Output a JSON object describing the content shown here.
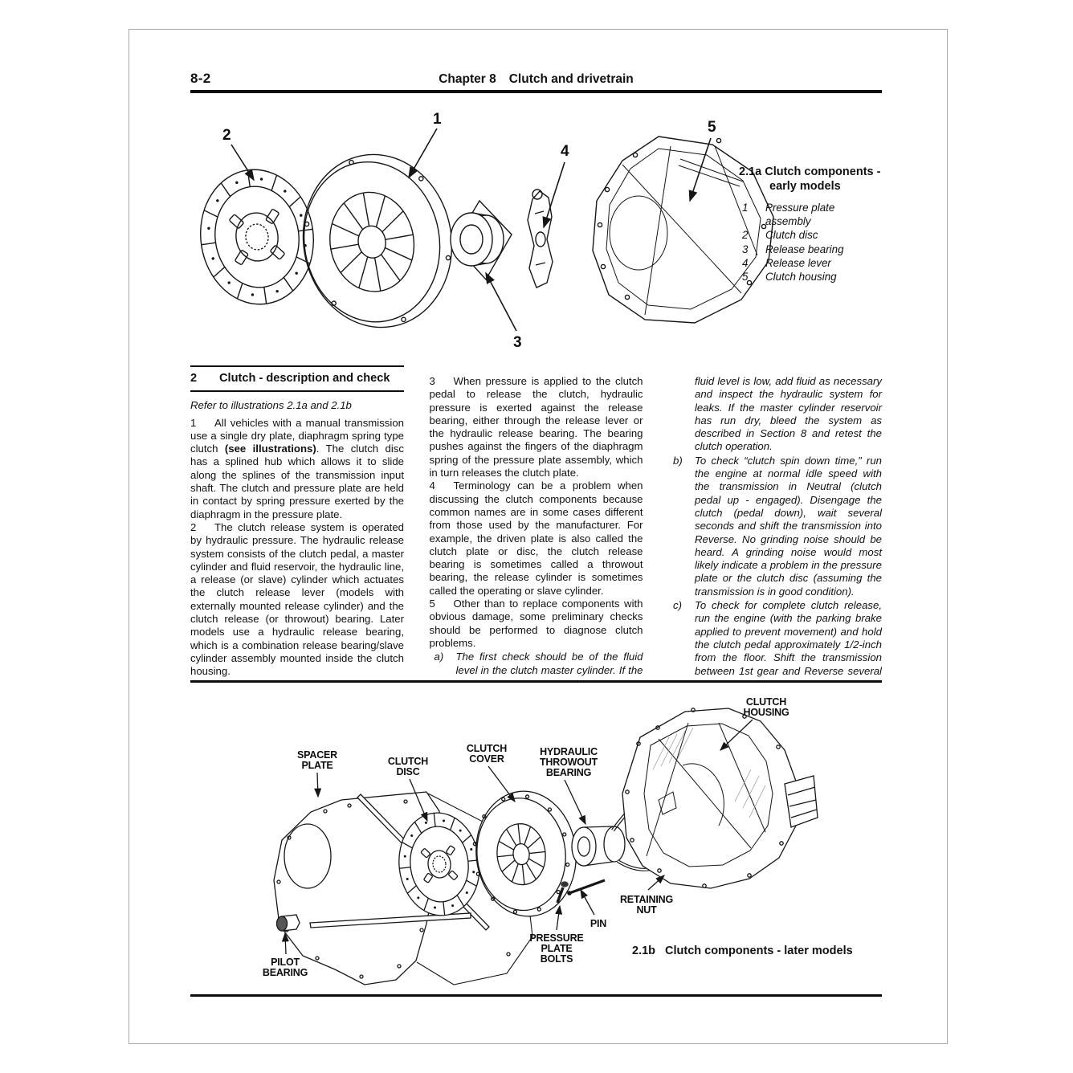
{
  "page": {
    "number": "8-2",
    "chapter_label": "Chapter 8",
    "chapter_title": "Clutch and drivetrain"
  },
  "figure_2_1a": {
    "callouts": [
      "1",
      "2",
      "3",
      "4",
      "5"
    ],
    "caption_line1": "2.1a  Clutch components -",
    "caption_line2": "early models",
    "legend": [
      {
        "num": "1",
        "text": "Pressure plate\nassembly"
      },
      {
        "num": "2",
        "text": "Clutch disc"
      },
      {
        "num": "3",
        "text": "Release bearing"
      },
      {
        "num": "4",
        "text": "Release lever"
      },
      {
        "num": "5",
        "text": "Clutch housing"
      }
    ]
  },
  "section2": {
    "number": "2",
    "title": "Clutch - description and check",
    "refer": "Refer to illustrations 2.1a and 2.1b",
    "p1": {
      "num": "1",
      "pre": "All vehicles with a manual transmission use a single dry plate, diaphragm spring type clutch ",
      "bold": "(see illustrations)",
      "post": ". The clutch disc has a splined hub which allows it to slide along the splines of the transmission input shaft. The clutch and pressure plate are held in contact by spring pressure exerted by the diaphragm in the pressure plate."
    },
    "p2": {
      "num": "2",
      "text": "The clutch release system is operated by hydraulic pressure. The hydraulic release system consists of the clutch pedal, a master cylinder and fluid reservoir, the hydraulic line, a release (or slave) cylinder which actuates the clutch release lever (models with externally mounted release cylinder) and the clutch release (or throwout) bearing. Later models use a hydraulic release bearing, which is a combination release bearing/slave cylinder assembly mounted inside the clutch housing."
    },
    "p3": {
      "num": "3",
      "text": "When pressure is applied to the clutch pedal to release the clutch, hydraulic pressure is exerted against the release bearing, either through the release lever or the hydraulic release bearing. The bearing pushes against the fingers of the diaphragm spring of the pressure plate assembly, which in turn releases the clutch plate."
    },
    "p4": {
      "num": "4",
      "text": "Terminology can be a problem when discussing the clutch components because common names are in some cases different from those used by the manufacturer. For example, the driven plate is also called the clutch plate or disc, the clutch release bearing is sometimes called a throwout bearing, the release cylinder is sometimes called the operating or slave cylinder."
    },
    "p5": {
      "num": "5",
      "text": "Other than to replace components with obvious damage, some preliminary checks should be performed to diagnose clutch problems."
    },
    "item_a": {
      "letter": "a)",
      "text_col2": "The first check should be of the fluid level in the clutch master cylinder. If the",
      "text_col3": "fluid level is low, add fluid as necessary and inspect the hydraulic system for leaks. If the master cylinder reservoir has run dry, bleed the system as described in Section 8 and retest the clutch operation."
    },
    "item_b": {
      "letter": "b)",
      "text": "To check “clutch spin down time,” run the engine at normal idle speed with the transmission in Neutral (clutch pedal up - engaged). Disengage the clutch (pedal down), wait several seconds and shift the transmission into Reverse. No grinding noise should be heard. A grinding noise would most likely indicate a problem in the pressure plate or the clutch disc (assuming the transmission is in good condition)."
    },
    "item_c": {
      "letter": "c)",
      "text": "To check for complete clutch release, run the engine (with the parking brake applied to prevent movement) and hold the clutch pedal approximately 1/2-inch from the floor. Shift the transmission between 1st gear and Reverse several"
    }
  },
  "figure_2_1b": {
    "caption_num": "2.1b",
    "caption_text": "Clutch components - later models",
    "labels": {
      "spacer_plate": [
        "SPACER",
        "PLATE"
      ],
      "clutch_disc": [
        "CLUTCH",
        "DISC"
      ],
      "clutch_cover": [
        "CLUTCH",
        "COVER"
      ],
      "hydraulic_throwout_bearing": [
        "HYDRAULIC",
        "THROWOUT",
        "BEARING"
      ],
      "clutch_housing": [
        "CLUTCH",
        "HOUSING"
      ],
      "retaining_nut": [
        "RETAINING",
        "NUT"
      ],
      "pin": [
        "PIN"
      ],
      "pressure_plate_bolts": [
        "PRESSURE",
        "PLATE",
        "BOLTS"
      ],
      "pilot_bearing": [
        "PILOT",
        "BEARING"
      ]
    }
  }
}
